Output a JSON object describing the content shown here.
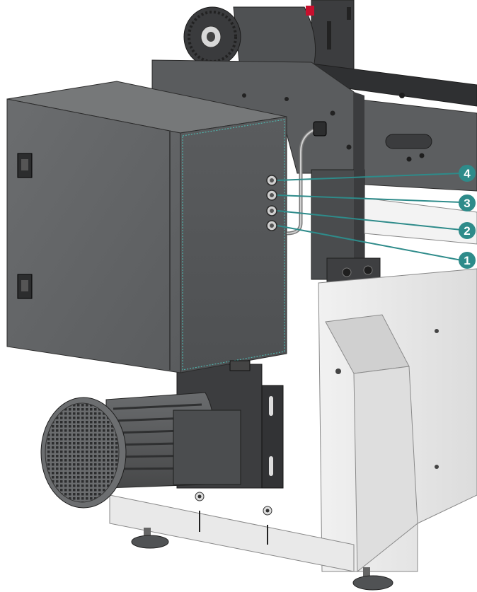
{
  "colors": {
    "background": "#ffffff",
    "callout_teal": "#2e8b8a",
    "callout_text": "#ffffff",
    "frame_dark": "#4d4f51",
    "frame_darker": "#3a3b3d",
    "cabinet_front": "#5f6163",
    "cabinet_side": "#545658",
    "sheet_metal": "#e7e7e7",
    "motor": "#5b5d5f"
  },
  "callouts": [
    {
      "label": "4",
      "part": "connector-4"
    },
    {
      "label": "3",
      "part": "connector-3"
    },
    {
      "label": "2",
      "part": "connector-2"
    },
    {
      "label": "1",
      "part": "connector-1"
    }
  ]
}
